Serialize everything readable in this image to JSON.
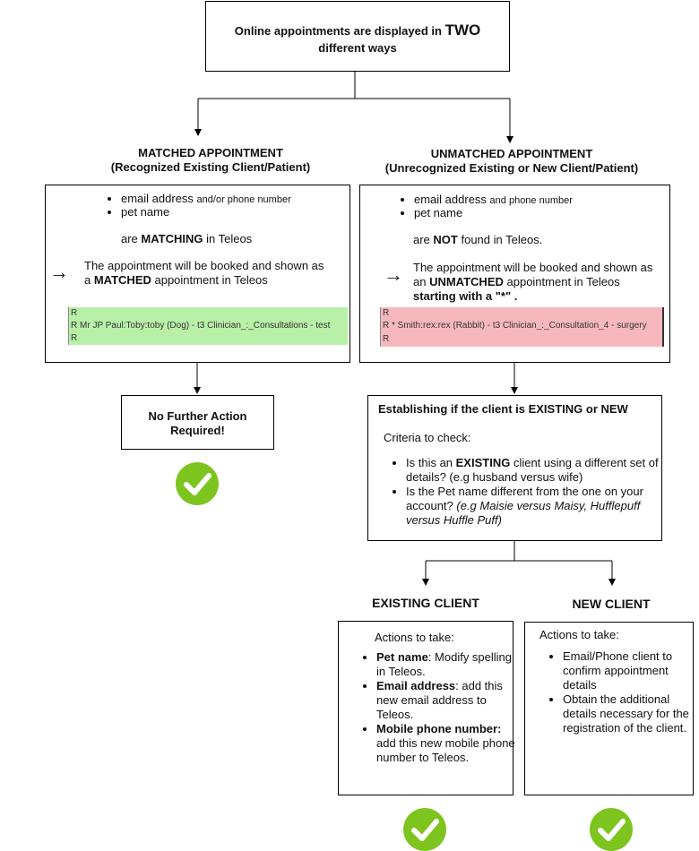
{
  "top": {
    "line1_pre": "Online appointments are displayed in ",
    "line1_big": "TWO",
    "line2": "different ways"
  },
  "matched": {
    "heading": "MATCHED APPOINTMENT",
    "subheading": "(Recognized Existing Client/Patient)",
    "bullet1_main": "email address ",
    "bullet1_small": "and/or phone number",
    "bullet2": "pet name",
    "status_pre": "are ",
    "status_bold": "MATCHING",
    "status_post": " in Teleos",
    "arrow_glyph": "→",
    "result_line1": "The appointment will be booked and shown as",
    "result_line2_pre": "a ",
    "result_line2_bold": "MATCHED",
    "result_line2_post": " appointment in Teleos",
    "row_marker": "R",
    "row_text": "Mr JP Paul:Toby:toby (Dog) - t3 Clinician_:_Consultations - test",
    "row_color": "#b8f0a8"
  },
  "unmatched": {
    "heading": "UNMATCHED APPOINTMENT",
    "subheading": "(Unrecognized Existing or New  Client/Patient)",
    "bullet1_main": "email address ",
    "bullet1_small": "and phone number",
    "bullet2": "pet name",
    "status_pre": "are ",
    "status_bold": "NOT",
    "status_post": " found in  Teleos.",
    "arrow_glyph": "→",
    "result_line1": "The appointment will be booked and shown as",
    "result_line2_pre": "an ",
    "result_line2_bold": "UNMATCHED",
    "result_line2_post": " appointment in Teleos",
    "result_line3": "starting with a \"*\" .",
    "row_marker": "R",
    "row_text": "* Smith:rex:rex (Rabbit) - t3 Clinician_:_Consultation_4 - surgery",
    "row_color": "#f7b8bd"
  },
  "no_action": {
    "line1": "No Further Action",
    "line2": "Required!"
  },
  "establish": {
    "title": "Establishing if the client is EXISTING or NEW",
    "criteria": "Criteria to check:",
    "q1_pre": "Is this an ",
    "q1_bold": "EXISTING",
    "q1_post": " client using a different set of details? (e.g husband versus wife)",
    "q2_pre": "Is the Pet name different from the one on your account? ",
    "q2_italic": "(e.g Maisie versus Maisy, Hufflepuff versus Huffle Puff)"
  },
  "existing": {
    "heading": "EXISTING CLIENT",
    "actions": "Actions to take:",
    "a1_bold": "Pet name",
    "a1_rest": ": Modify spelling in Teleos.",
    "a2_bold": "Email address",
    "a2_rest": ": add this new email address to Teleos.",
    "a3_bold": "Mobile phone number:",
    "a3_rest": " add this new mobile phone number to Teleos."
  },
  "newclient": {
    "heading": "NEW CLIENT",
    "actions": "Actions to take:",
    "a1": "Email/Phone client to confirm appointment details",
    "a2": "Obtain the additional details necessary for the registration of the client."
  },
  "colors": {
    "check_green": "#7dc41f",
    "line": "#000000"
  }
}
